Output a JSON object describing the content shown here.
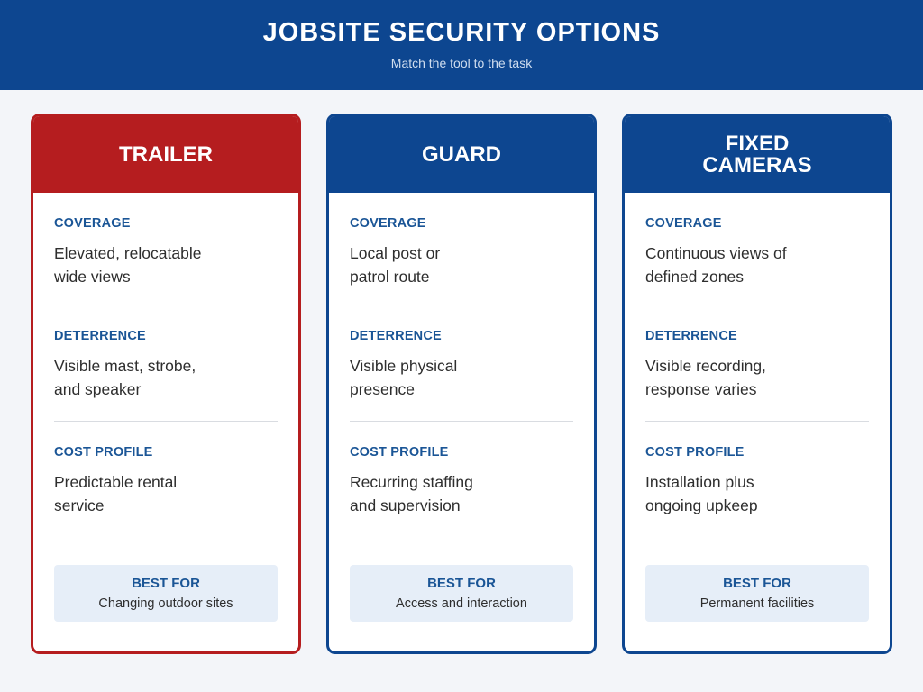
{
  "header": {
    "title": "JOBSITE SECURITY OPTIONS",
    "subtitle": "Match the tool to the task"
  },
  "colors": {
    "primary_blue": "#0d4690",
    "accent_red": "#b51d1f",
    "label_blue": "#1a5596",
    "best_for_bg": "#e6eef8"
  },
  "cards": [
    {
      "title": "TRAILER",
      "accent": "red",
      "sections": [
        {
          "label": "COVERAGE",
          "text": "Elevated, relocatable\nwide views"
        },
        {
          "label": "DETERRENCE",
          "text": "Visible mast, strobe,\nand speaker"
        },
        {
          "label": "COST PROFILE",
          "text": "Predictable rental\nservice"
        }
      ],
      "best_for": {
        "label": "BEST FOR",
        "text": "Changing outdoor sites"
      }
    },
    {
      "title": "GUARD",
      "accent": "blue",
      "sections": [
        {
          "label": "COVERAGE",
          "text": "Local post or\npatrol route"
        },
        {
          "label": "DETERRENCE",
          "text": "Visible physical\npresence"
        },
        {
          "label": "COST PROFILE",
          "text": "Recurring staffing\nand supervision"
        }
      ],
      "best_for": {
        "label": "BEST FOR",
        "text": "Access and interaction"
      }
    },
    {
      "title": "FIXED\nCAMERAS",
      "accent": "blue",
      "sections": [
        {
          "label": "COVERAGE",
          "text": "Continuous views of\ndefined zones"
        },
        {
          "label": "DETERRENCE",
          "text": "Visible recording,\nresponse varies"
        },
        {
          "label": "COST PROFILE",
          "text": "Installation plus\nongoing upkeep"
        }
      ],
      "best_for": {
        "label": "BEST FOR",
        "text": "Permanent facilities"
      }
    }
  ]
}
